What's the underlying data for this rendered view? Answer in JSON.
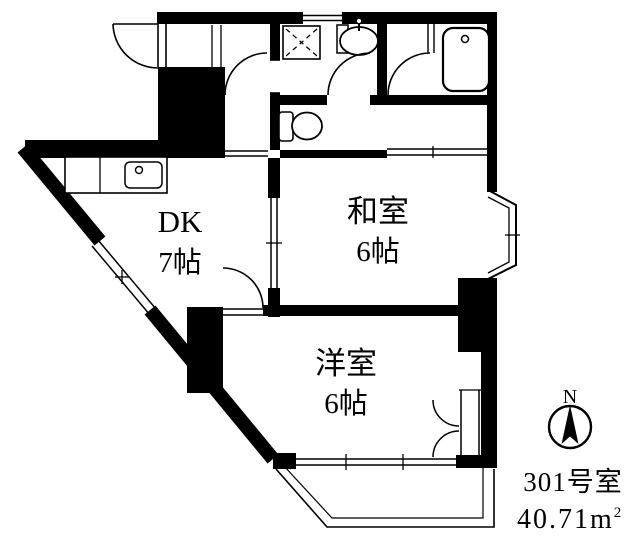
{
  "plan": {
    "rooms": [
      {
        "name": "DK",
        "size": "7帖"
      },
      {
        "name": "和室",
        "size": "6帖"
      },
      {
        "name": "洋室",
        "size": "6帖"
      }
    ],
    "unit": {
      "room_number": "301号室",
      "area_value": "40.71",
      "area_unit": "m",
      "area_exponent": "2"
    },
    "compass": {
      "north_label": "N"
    },
    "colors": {
      "wall": "#000000",
      "background": "#ffffff",
      "line": "#000000"
    }
  }
}
